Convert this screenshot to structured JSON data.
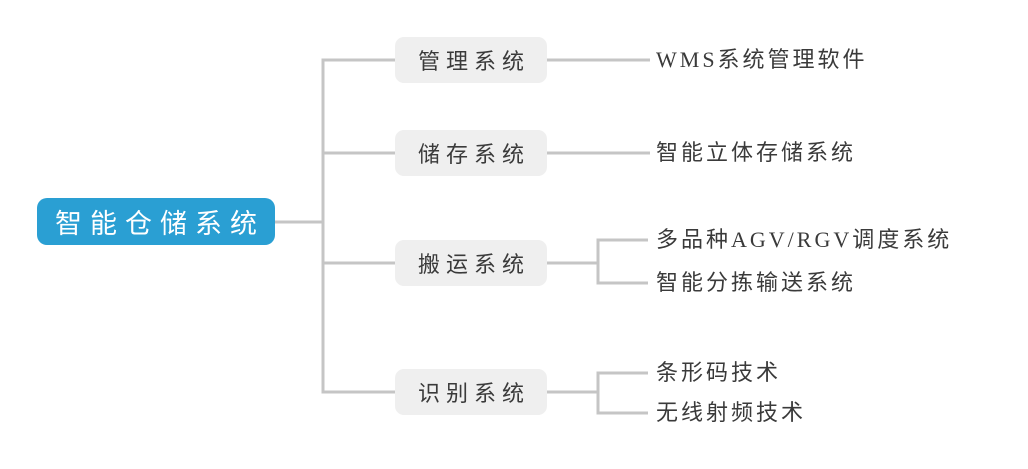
{
  "diagram": {
    "root": {
      "label": "智能仓储系统"
    },
    "branches": [
      {
        "label": "管理系统",
        "children": [
          {
            "label": "WMS系统管理软件"
          }
        ]
      },
      {
        "label": "储存系统",
        "children": [
          {
            "label": "智能立体存储系统"
          }
        ]
      },
      {
        "label": "搬运系统",
        "children": [
          {
            "label": "多品种AGV/RGV调度系统"
          },
          {
            "label": "智能分拣输送系统"
          }
        ]
      },
      {
        "label": "识别系统",
        "children": [
          {
            "label": "条形码技术"
          },
          {
            "label": "无线射频技术"
          }
        ]
      }
    ]
  },
  "colors": {
    "root_bg": "#2a9fd3",
    "root_text": "#ffffff",
    "node_bg": "#efefef",
    "node_text": "#3a3a3a",
    "line": "#c5c5c5",
    "background": "#ffffff"
  }
}
